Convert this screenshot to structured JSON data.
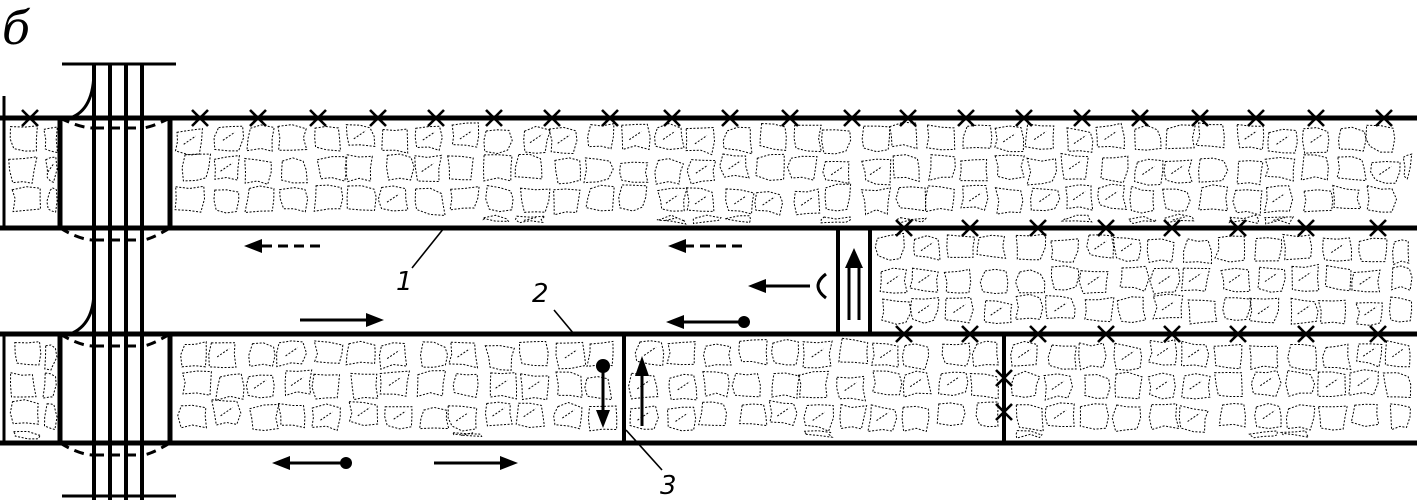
{
  "figure_letter": "б",
  "labels": {
    "l1": "1",
    "l2": "2",
    "l3": "3"
  },
  "colors": {
    "ink": "#000000",
    "paper": "#ffffff"
  }
}
